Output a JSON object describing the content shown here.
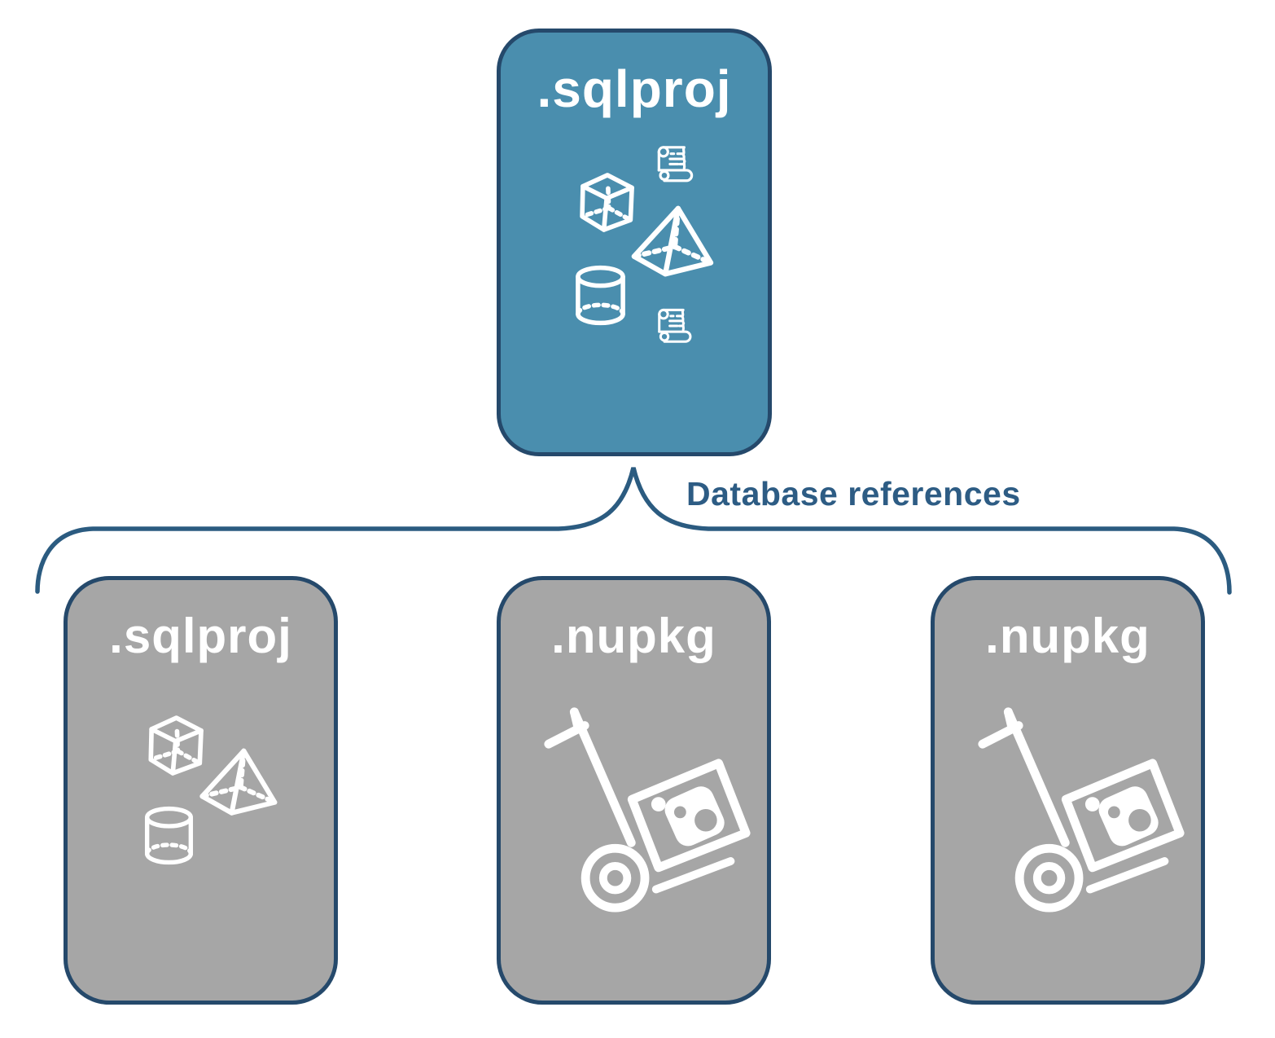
{
  "diagram": {
    "parent": {
      "label": ".sqlproj",
      "icons": [
        "scroll-icon",
        "cube-icon",
        "pyramid-icon",
        "cylinder-icon",
        "scroll-icon"
      ]
    },
    "connector_label": "Database references",
    "children": [
      {
        "label": ".sqlproj",
        "icons": [
          "cube-icon",
          "pyramid-icon",
          "cylinder-icon"
        ]
      },
      {
        "label": ".nupkg",
        "icons": [
          "package-dolly-icon"
        ]
      },
      {
        "label": ".nupkg",
        "icons": [
          "package-dolly-icon"
        ]
      }
    ],
    "colors": {
      "parent_fill": "#4A8EAE",
      "child_fill": "#A6A6A6",
      "outline": "#25496B",
      "brace": "#2B5B80",
      "label_text": "#2D5C84",
      "icon": "#FFFFFF"
    }
  }
}
